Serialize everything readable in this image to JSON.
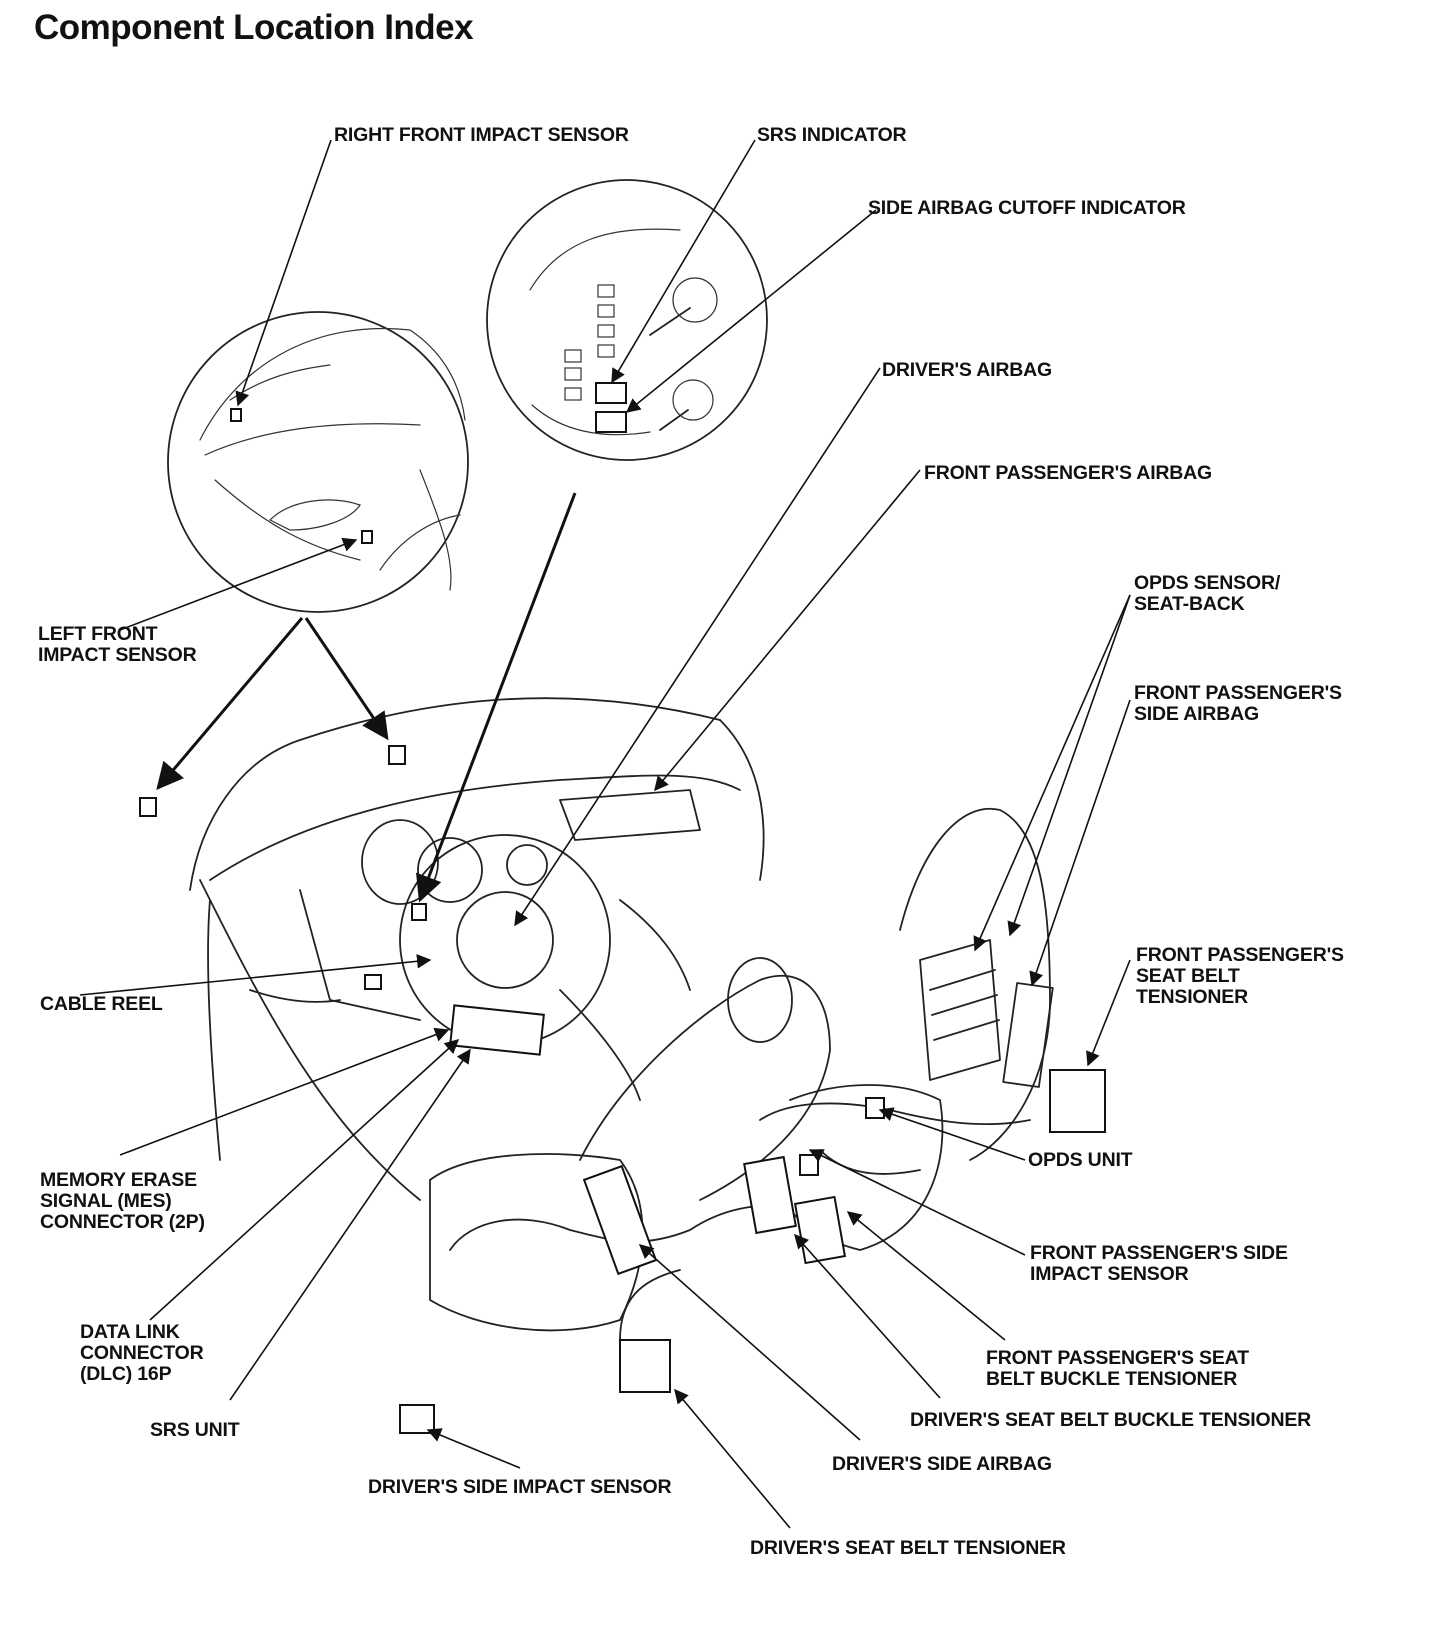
{
  "title": "Component Location Index",
  "labels": {
    "right_front_impact_sensor": [
      "RIGHT FRONT IMPACT SENSOR"
    ],
    "srs_indicator": [
      "SRS INDICATOR"
    ],
    "side_airbag_cutoff_indicator": [
      "SIDE AIRBAG CUTOFF INDICATOR"
    ],
    "drivers_airbag": [
      "DRIVER'S AIRBAG"
    ],
    "front_passengers_airbag": [
      "FRONT PASSENGER'S AIRBAG"
    ],
    "opds_sensor_seat_back": [
      "OPDS SENSOR/",
      "SEAT-BACK"
    ],
    "front_passengers_side_airbag": [
      "FRONT PASSENGER'S",
      "SIDE AIRBAG"
    ],
    "left_front_impact_sensor": [
      "LEFT FRONT",
      "IMPACT SENSOR"
    ],
    "front_passengers_seat_belt_tensioner": [
      "FRONT PASSENGER'S",
      "SEAT BELT",
      "TENSIONER"
    ],
    "cable_reel": [
      "CABLE REEL"
    ],
    "opds_unit": [
      "OPDS UNIT"
    ],
    "memory_erase_signal_connector": [
      "MEMORY ERASE",
      "SIGNAL (MES)",
      "CONNECTOR (2P)"
    ],
    "front_passengers_side_impact_sensor": [
      "FRONT PASSENGER'S SIDE",
      "IMPACT SENSOR"
    ],
    "data_link_connector": [
      "DATA LINK",
      "CONNECTOR",
      "(DLC) 16P"
    ],
    "front_passengers_seat_belt_buckle_tensioner": [
      "FRONT PASSENGER'S SEAT",
      "BELT BUCKLE TENSIONER"
    ],
    "srs_unit": [
      "SRS UNIT"
    ],
    "drivers_seat_belt_buckle_tensioner": [
      "DRIVER'S SEAT BELT BUCKLE TENSIONER"
    ],
    "drivers_side_airbag": [
      "DRIVER'S SIDE AIRBAG"
    ],
    "drivers_side_impact_sensor": [
      "DRIVER'S SIDE IMPACT SENSOR"
    ],
    "drivers_seat_belt_tensioner": [
      "DRIVER'S SEAT BELT TENSIONER"
    ]
  }
}
